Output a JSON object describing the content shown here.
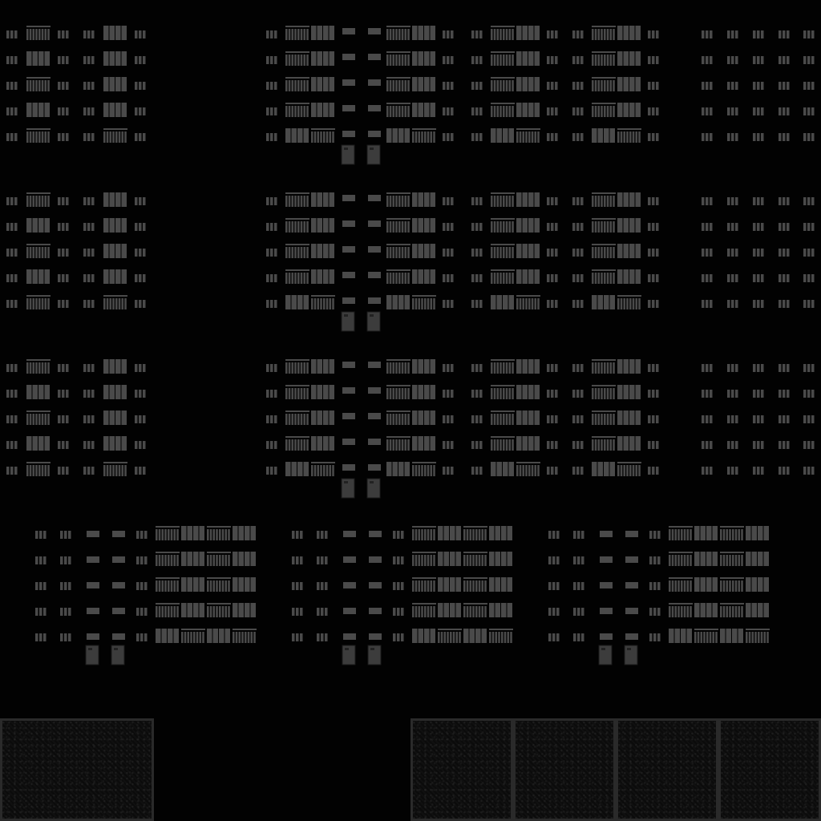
{
  "atlas": {
    "background": "#020202",
    "window_color": "#4a4a4a",
    "door_color": "#3c3c3c",
    "tile_border_color": "#2a2a2a"
  },
  "facade_rows": 4,
  "floors_per_facade": 5,
  "texture_tiles": 5
}
